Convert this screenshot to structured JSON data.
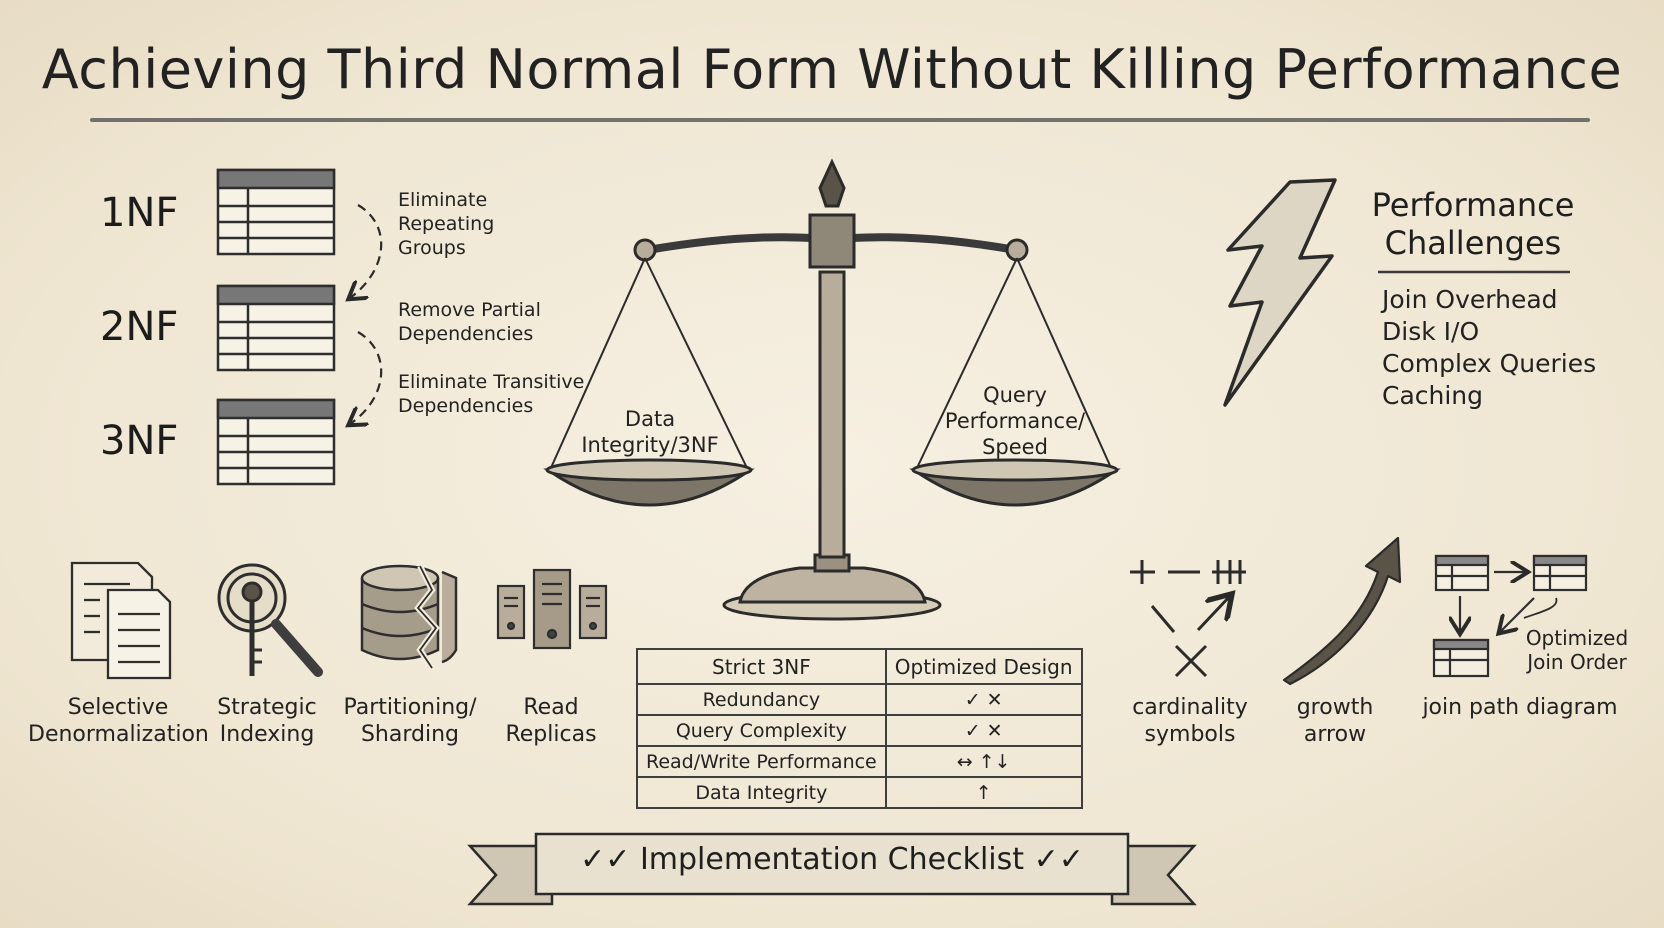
{
  "title": "Achieving Third Normal Form Without Killing Performance",
  "normal_forms": [
    {
      "label": "1NF"
    },
    {
      "label": "2NF"
    },
    {
      "label": "3NF"
    }
  ],
  "nf_steps": [
    {
      "text": "Eliminate\nRepeating\nGroups"
    },
    {
      "text": "Remove Partial\nDependencies"
    },
    {
      "text": "Eliminate Transitive\nDependencies"
    }
  ],
  "scale": {
    "left_pan": "Data\nIntegrity/3NF",
    "right_pan": "Query\nPerformance/\nSpeed"
  },
  "performance_challenges": {
    "title": "Performance\nChallenges",
    "items": [
      "Join Overhead",
      "Disk I/O",
      "Complex Queries",
      "Caching"
    ]
  },
  "strategies": [
    {
      "label": "Selective\nDenormalization",
      "icon": "documents-icon"
    },
    {
      "label": "Strategic\nIndexing",
      "icon": "magnifier-key-icon"
    },
    {
      "label": "Partitioning/\nSharding",
      "icon": "split-database-icon"
    },
    {
      "label": "Read\nReplicas",
      "icon": "servers-icon"
    }
  ],
  "comparison_table": {
    "headers": [
      "Strict 3NF",
      "Optimized Design"
    ],
    "rows": [
      {
        "label": "Redundancy",
        "value": "✓  ✕"
      },
      {
        "label": "Query Complexity",
        "value": "✓  ✕"
      },
      {
        "label": "Read/Write Performance",
        "value": "↔  ↑↓"
      },
      {
        "label": "Data Integrity",
        "value": "↑"
      }
    ]
  },
  "symbols": [
    {
      "label": "cardinality\nsymbols",
      "icon": "cardinality-icon",
      "glyph": "+— ⫲"
    },
    {
      "label": "growth\narrow",
      "icon": "growth-arrow-icon"
    },
    {
      "label": "join path diagram",
      "icon": "join-path-icon",
      "note": "Optimized\nJoin Order"
    }
  ],
  "banner": {
    "text": "Implementation Checklist",
    "checks": "✓✓"
  }
}
